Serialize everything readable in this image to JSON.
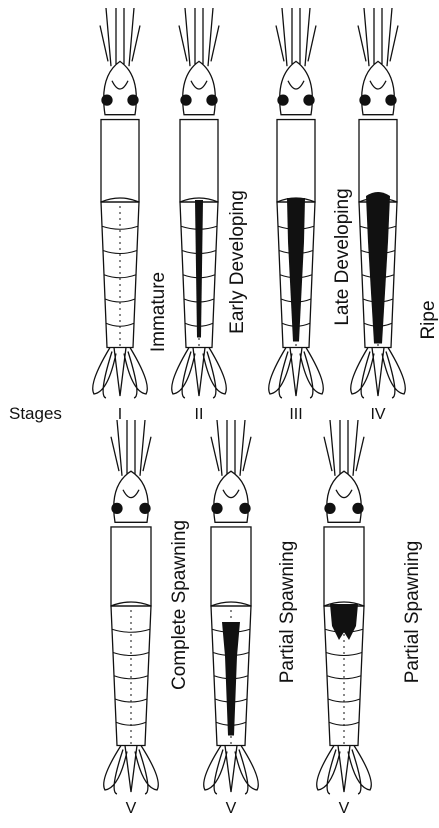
{
  "figure": {
    "stages_label": "Stages",
    "row1": [
      {
        "roman": "I",
        "label": "Immature",
        "gonad": "none"
      },
      {
        "roman": "II",
        "label": "Early Developing",
        "gonad": "thin"
      },
      {
        "roman": "III",
        "label": "Late Developing",
        "gonad": "medium"
      },
      {
        "roman": "IV",
        "label": "Ripe",
        "gonad": "thick"
      }
    ],
    "row2": [
      {
        "roman": "V",
        "label": "Complete Spawning",
        "gonad": "none"
      },
      {
        "roman": "V",
        "label": "Partial Spawning",
        "gonad": "thin-top-open"
      },
      {
        "roman": "V",
        "label": "Partial Spawning",
        "gonad": "patch"
      }
    ],
    "colors": {
      "ink": "#111111",
      "background": "#ffffff"
    }
  }
}
